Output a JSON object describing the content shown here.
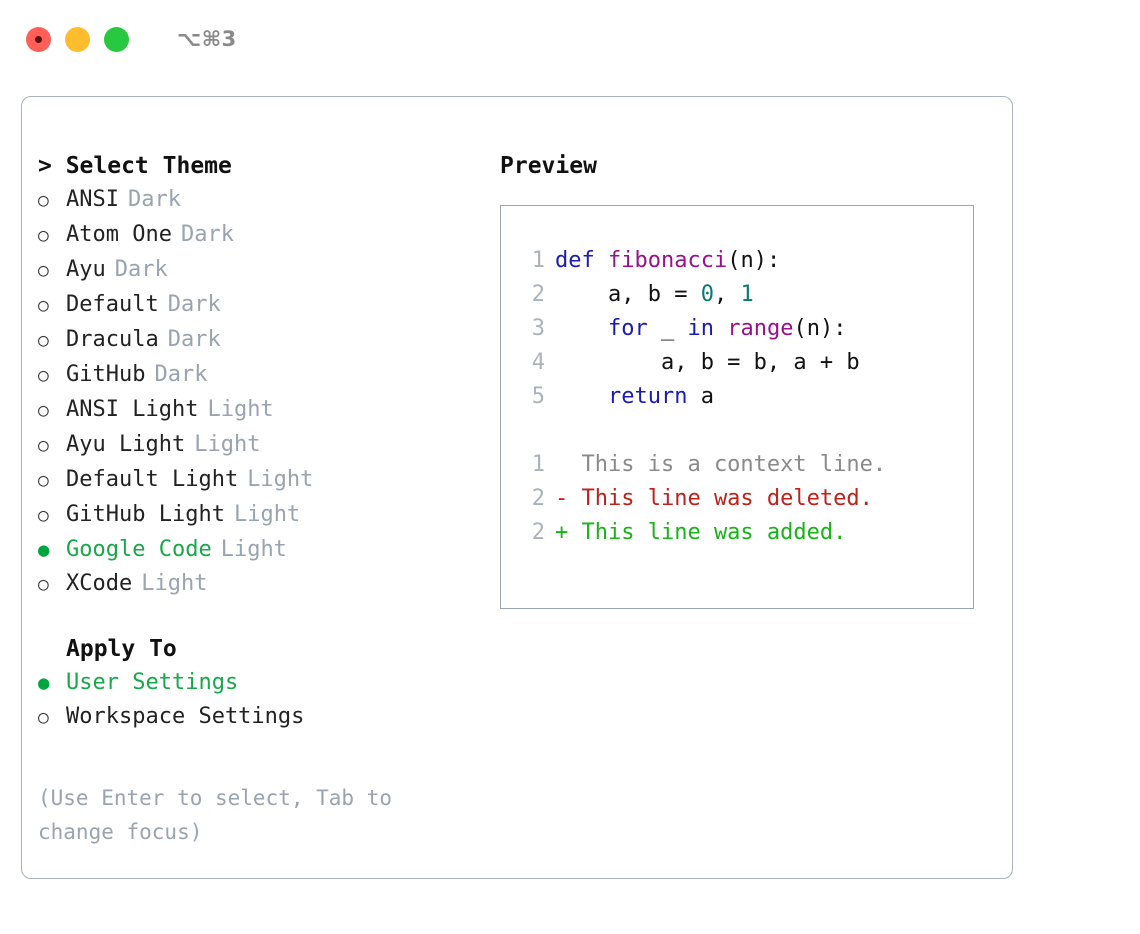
{
  "titlebar": {
    "shortcut": "⌥⌘3",
    "buttons": [
      {
        "name": "close",
        "color": "#ff5f57"
      },
      {
        "name": "minimize",
        "color": "#ffbd2e"
      },
      {
        "name": "maximize",
        "color": "#28c840"
      }
    ]
  },
  "theme_section": {
    "header": "> Select Theme",
    "items": [
      {
        "bullet": "○",
        "label": "ANSI",
        "tag": "Dark",
        "selected": false
      },
      {
        "bullet": "○",
        "label": "Atom One",
        "tag": "Dark",
        "selected": false
      },
      {
        "bullet": "○",
        "label": "Ayu",
        "tag": "Dark",
        "selected": false
      },
      {
        "bullet": "○",
        "label": "Default",
        "tag": "Dark",
        "selected": false
      },
      {
        "bullet": "○",
        "label": "Dracula",
        "tag": "Dark",
        "selected": false
      },
      {
        "bullet": "○",
        "label": "GitHub",
        "tag": "Dark",
        "selected": false
      },
      {
        "bullet": "○",
        "label": "ANSI Light",
        "tag": "Light",
        "selected": false
      },
      {
        "bullet": "○",
        "label": "Ayu Light",
        "tag": "Light",
        "selected": false
      },
      {
        "bullet": "○",
        "label": "Default Light",
        "tag": "Light",
        "selected": false
      },
      {
        "bullet": "○",
        "label": "GitHub Light",
        "tag": "Light",
        "selected": false
      },
      {
        "bullet": "●",
        "label": "Google Code",
        "tag": "Light",
        "selected": true
      },
      {
        "bullet": "○",
        "label": "XCode",
        "tag": "Light",
        "selected": false
      }
    ]
  },
  "apply_section": {
    "header": "Apply To",
    "items": [
      {
        "bullet": "●",
        "label": "User Settings",
        "selected": true
      },
      {
        "bullet": "○",
        "label": "Workspace Settings",
        "selected": false
      }
    ]
  },
  "hint": "(Use Enter to select, Tab to change focus)",
  "preview": {
    "title": "Preview",
    "code_lines": [
      {
        "no": "1",
        "tokens": [
          {
            "t": "def ",
            "c": "kw"
          },
          {
            "t": "fibonacci",
            "c": "fn"
          },
          {
            "t": "(n):",
            "c": "pl"
          }
        ]
      },
      {
        "no": "2",
        "tokens": [
          {
            "t": "    a, b = ",
            "c": "pl"
          },
          {
            "t": "0",
            "c": "num"
          },
          {
            "t": ", ",
            "c": "pl"
          },
          {
            "t": "1",
            "c": "num"
          }
        ]
      },
      {
        "no": "3",
        "tokens": [
          {
            "t": "    ",
            "c": "pl"
          },
          {
            "t": "for",
            "c": "kw"
          },
          {
            "t": " _ ",
            "c": "pl"
          },
          {
            "t": "in",
            "c": "kw"
          },
          {
            "t": " ",
            "c": "pl"
          },
          {
            "t": "range",
            "c": "fn"
          },
          {
            "t": "(n):",
            "c": "pl"
          }
        ]
      },
      {
        "no": "4",
        "tokens": [
          {
            "t": "        a, b = b, a + b",
            "c": "pl"
          }
        ]
      },
      {
        "no": "5",
        "tokens": [
          {
            "t": "    ",
            "c": "pl"
          },
          {
            "t": "return",
            "c": "kw"
          },
          {
            "t": " a",
            "c": "pl"
          }
        ]
      }
    ],
    "diff_lines": [
      {
        "no": "1",
        "text": "  This is a context line.",
        "kind": "ctx"
      },
      {
        "no": "2",
        "text": "- This line was deleted.",
        "kind": "del"
      },
      {
        "no": "2",
        "text": "+ This line was added.",
        "kind": "add"
      }
    ]
  },
  "colors": {
    "accent_green": "#17a84a",
    "muted": "#9aa3b0",
    "keyword": "#1a1ab5",
    "function": "#9c0f8c",
    "number": "#0b7a75",
    "diff_deleted": "#c0201a",
    "diff_added": "#17b317",
    "panel_border": "#aab2c0"
  }
}
